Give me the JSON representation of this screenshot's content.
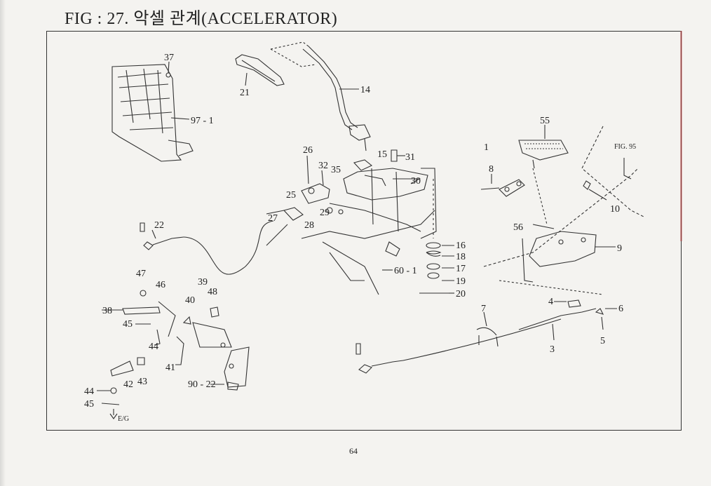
{
  "title": "FIG : 27. 악셀 관계(ACCELERATOR)",
  "page_number": "64",
  "fig_ref": "FIG. 95",
  "eg_label": "E/G",
  "parts": [
    "37",
    "97-1",
    "21",
    "14",
    "26",
    "15",
    "31",
    "32",
    "35",
    "30",
    "25",
    "27",
    "29",
    "28",
    "22",
    "60-1",
    "16",
    "18",
    "17",
    "19",
    "20",
    "55",
    "1",
    "8",
    "56",
    "10",
    "9",
    "47",
    "46",
    "39",
    "48",
    "40",
    "38",
    "45",
    "44",
    "41",
    "42",
    "43",
    "90-22",
    "7",
    "4",
    "6",
    "5",
    "3"
  ]
}
